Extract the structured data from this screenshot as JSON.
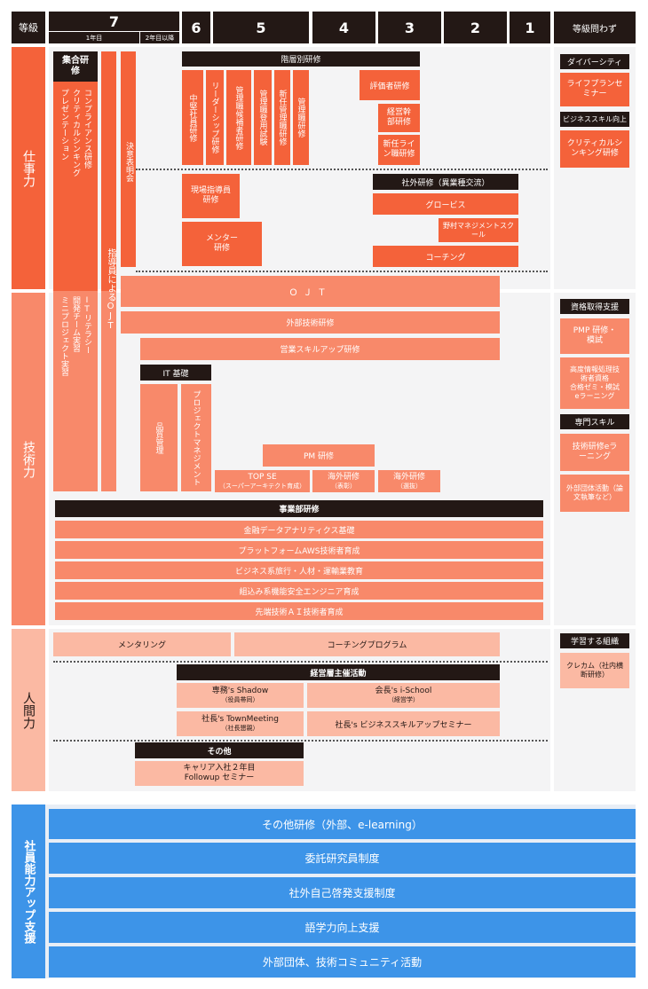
{
  "header": {
    "grade_label": "等級",
    "g7": "7",
    "g7_sub1": "1年目",
    "g7_sub2": "2年目以降",
    "g6": "6",
    "g5": "5",
    "g4": "4",
    "g3": "3",
    "g2": "2",
    "g1": "1",
    "any": "等級問わず"
  },
  "rows": {
    "work": "仕事力",
    "tech": "技術力",
    "human": "人間力"
  },
  "work": {
    "shugo": "集合研修",
    "compliance": "コンプライアンス研修",
    "critical": "クリティカルシンキング",
    "presentation": "プレゼンテーション",
    "it_literacy": "ITリテラシー",
    "dev_team": "開発チーム実習",
    "mini_project": "ミニプロジェクト実習",
    "shidoin_ojt": "指導員によるOJT",
    "kettei": "決意表明会",
    "kaisou": "階層別研修",
    "chuken": "中堅社員研修",
    "leadership": "リーダーシップ研修",
    "kanri_kouho": "管理職候補者研修",
    "kanri_touyou": "管理職登用試験",
    "shinnin_kanri": "新任管理職研修",
    "kanri_kenshu": "管理職研修",
    "hyoukasha": "評価者研修",
    "keiei_kanbu": "経営幹部研修",
    "shinnin_line": "新任ライン職研修",
    "genba": "現場指導員研修",
    "mentor": "メンター研修",
    "shagai": "社外研修（異業種交流）",
    "globis": "グロービス",
    "nomura": "野村マネジメントスクール",
    "coaching": "コーチング"
  },
  "tech": {
    "ojt": "ＯＪＴ",
    "gaibu_gijutsu": "外部技術研修",
    "eigyo": "営業スキルアップ研修",
    "it_kiso": "IT 基礎",
    "hinshitsu": "品質管理",
    "pm_label": "プロジェクトマネジメント",
    "pm_kenshu": "PM 研修",
    "topse": "TOP SE",
    "topse_sub": "（スーパーアーキテクト育成）",
    "kaigai1": "海外研修",
    "kaigai1_sub": "（表彰）",
    "kaigai2": "海外研修",
    "kaigai2_sub": "（選抜）",
    "jigyobu": "事業部研修",
    "j1": "金融データアナリティクス基礎",
    "j2": "プラットフォームAWS技術者育成",
    "j3": "ビジネス系旅行・人材・運輸業教育",
    "j4": "組込み系機能安全エンジニア育成",
    "j5": "先端技術ＡＩ技術者育成"
  },
  "human": {
    "mentoring": "メンタリング",
    "coaching_prog": "コーチングプログラム",
    "keiei_shusai": "経営層主催活動",
    "senmu": "専務's Shadow",
    "senmu_sub": "（役員帯同）",
    "kaicho": "会長's i-School",
    "kaicho_sub": "（経営学）",
    "shacho_town": "社長's TownMeeting",
    "shacho_town_sub": "（社長懇親）",
    "shacho_biz": "社長's ビジネススキルアップセミナー",
    "sonota": "その他",
    "career1": "キャリア入社２年目",
    "career2": "Followup セミナー"
  },
  "right": {
    "diversity": "ダイバーシティ",
    "lifeplan": "ライフプランセミナー",
    "bizskill": "ビジネススキル向上",
    "critical": "クリティカルシンキング研修",
    "shikaku": "資格取得支援",
    "pmp": "PMP 研修・模試",
    "koudo1": "高度情報処理技術者資格",
    "koudo2": "合格ゼミ・模試eラーニング",
    "senmon": "専門スキル",
    "gijutsu_e": "技術研修eラーニング",
    "gaibu_dantai": "外部団体活動（論文執筆など）",
    "gakushu": "学習する組織",
    "kurekamu": "クレカム（社内横断研修）"
  },
  "support": {
    "label": "社員能力アップ支援",
    "items": [
      "その他研修（外部、e-learning）",
      "委託研究員制度",
      "社外自己啓発支援制度",
      "語学力向上支援",
      "外部団体、技術コミュニティ活動"
    ]
  },
  "colors": {
    "orange_dark": "#f4623a",
    "orange_mid": "#f8896a",
    "orange_light": "#fbb9a3",
    "black": "#231815",
    "blue": "#3d94e8"
  }
}
